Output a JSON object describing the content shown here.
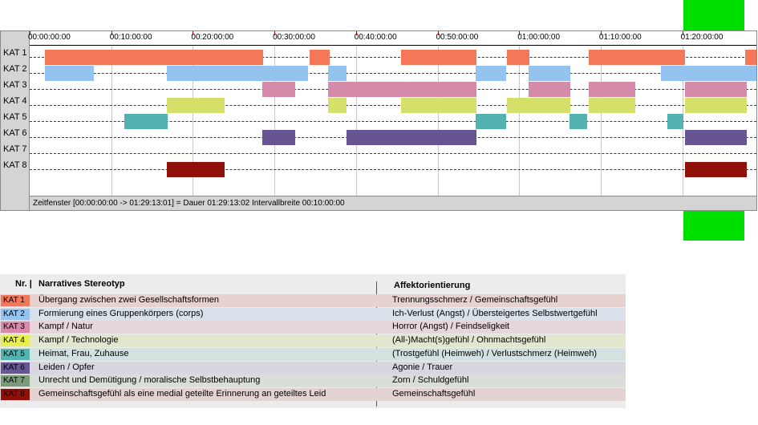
{
  "timeline": {
    "ticks": [
      "00:00:00:00",
      "00:10:00:00",
      "00:20:00:00",
      "00:30:00:00",
      "00:40:00:00",
      "00:50:00:00",
      "01:00:00:00",
      "01:10:00:00",
      "01:20:00:00"
    ],
    "status_text": "Zeitfenster [00:00:00:00 -> 01:29:13:01] = Dauer 01:29:13:02    Intervallbreite 00:10:00:00",
    "rows": [
      {
        "label": "KAT 1",
        "color": "#f4775a",
        "segments": [
          [
            1.9,
            28.6
          ],
          [
            34.3,
            36.8
          ],
          [
            45.5,
            54.8
          ],
          [
            58.5,
            61.3
          ],
          [
            68.5,
            80.3
          ],
          [
            87.7,
            89.3
          ]
        ]
      },
      {
        "label": "KAT 2",
        "color": "#94c3f0",
        "segments": [
          [
            1.9,
            7.9
          ],
          [
            16.8,
            34.1
          ],
          [
            36.6,
            38.8
          ],
          [
            54.7,
            58.4
          ],
          [
            61.2,
            66.3
          ],
          [
            77.4,
            89.3
          ]
        ]
      },
      {
        "label": "KAT 3",
        "color": "#d48aa8",
        "segments": [
          [
            28.5,
            32.5
          ],
          [
            36.6,
            54.8
          ],
          [
            61.2,
            66.3
          ],
          [
            68.5,
            74.2
          ],
          [
            80.3,
            87.9
          ]
        ]
      },
      {
        "label": "KAT 4",
        "color": "#d4e06a",
        "segments": [
          [
            16.8,
            23.9
          ],
          [
            36.6,
            38.8
          ],
          [
            45.5,
            54.8
          ],
          [
            58.5,
            66.3
          ],
          [
            68.5,
            74.2
          ],
          [
            80.3,
            87.9
          ]
        ]
      },
      {
        "label": "KAT 5",
        "color": "#52b3b0",
        "segments": [
          [
            11.6,
            16.9
          ],
          [
            54.7,
            58.4
          ],
          [
            66.2,
            68.3
          ],
          [
            78.2,
            80.1
          ]
        ]
      },
      {
        "label": "KAT 6",
        "color": "#665592",
        "segments": [
          [
            28.5,
            32.5
          ],
          [
            38.8,
            54.8
          ],
          [
            80.3,
            87.9
          ]
        ]
      },
      {
        "label": "KAT 7",
        "color": "#7a9a7a",
        "segments": []
      },
      {
        "label": "KAT 8",
        "color": "#8e1008",
        "segments": [
          [
            16.8,
            23.9
          ],
          [
            80.3,
            87.9
          ]
        ]
      }
    ]
  },
  "legend": {
    "header_nr": "Nr. |",
    "header_stereotype": "Narratives Stereotyp",
    "header_affect": "Affektorientierung",
    "rows": [
      {
        "nr": "KAT 1",
        "badge_color": "#f4775a",
        "bg": "#e7d2d0",
        "stereotype": "Übergang zwischen zwei Gesellschaftsformen",
        "affect": "Trennungsschmerz / Gemeinschaftsgefühl"
      },
      {
        "nr": "KAT 2",
        "badge_color": "#94c3f0",
        "bg": "#d9e1ea",
        "stereotype": "Formierung eines Gruppenkörpers (corps)",
        "affect": "Ich-Verlust (Angst) / Übersteigertes Selbstwertgefühl"
      },
      {
        "nr": "KAT 3",
        "badge_color": "#d48aa8",
        "bg": "#e5d6dc",
        "stereotype": "Kampf / Natur",
        "affect": "Horror (Angst) / Feindseligkeit"
      },
      {
        "nr": "KAT 4",
        "badge_color": "#e6ee50",
        "bg": "#e3e6cf",
        "stereotype": "Kampf / Technologie",
        "affect": "(All-)Macht(s)gefühl / Ohnmachtsgefühl"
      },
      {
        "nr": "KAT 5",
        "badge_color": "#52b3b0",
        "bg": "#d3e2e1",
        "stereotype": "Heimat, Frau, Zuhause",
        "affect": "(Trostgefühl (Heimweh) / Verlustschmerz (Heimweh)"
      },
      {
        "nr": "KAT 6",
        "badge_color": "#665592",
        "bg": "#d8d6df",
        "stereotype": "Leiden / Opfer",
        "affect": "Agonie / Trauer"
      },
      {
        "nr": "KAT 7",
        "badge_color": "#7a9a7a",
        "bg": "#d9ded9",
        "stereotype": "Unrecht und Demütigung / moralische Selbstbehauptung",
        "affect": "Zorn / Schuldgefühl"
      },
      {
        "nr": "KAT 8",
        "badge_color": "#8e1008",
        "bg": "#e3d3d3",
        "stereotype": "Gemeinschaftsgefühl als eine medial geteilte Erinnerung an geteiltes Leid",
        "affect": "Gemeinschaftsgefühl"
      }
    ]
  }
}
